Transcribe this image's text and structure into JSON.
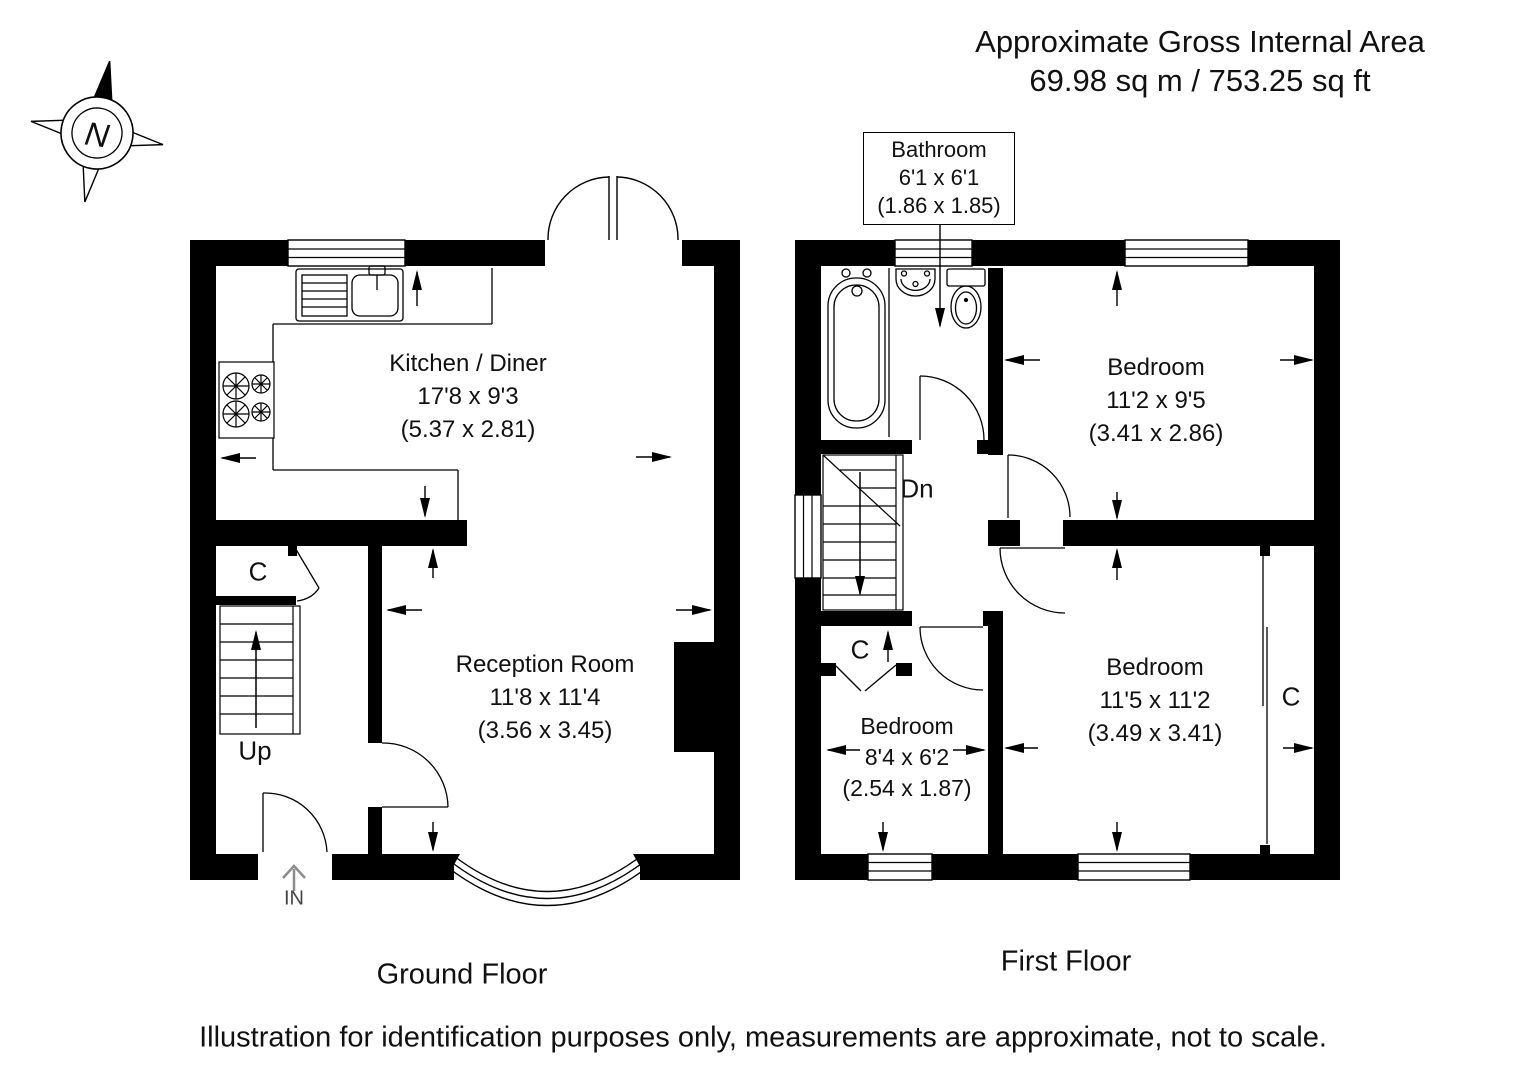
{
  "header": {
    "title": "Approximate Gross Internal Area",
    "area": "69.98 sq m / 753.25 sq ft"
  },
  "compass": {
    "north": "N"
  },
  "ground_floor": {
    "label": "Ground Floor",
    "kitchen": {
      "name": "Kitchen / Diner",
      "imperial": "17'8 x 9'3",
      "metric": "(5.37 x 2.81)"
    },
    "reception": {
      "name": "Reception Room",
      "imperial": "11'8 x 11'4",
      "metric": "(3.56 x 3.45)"
    },
    "closet": "C",
    "stairs": "Up",
    "entrance": "IN"
  },
  "first_floor": {
    "label": "First Floor",
    "bathroom": {
      "name": "Bathroom",
      "imperial": "6'1 x 6'1",
      "metric": "(1.86 x 1.85)"
    },
    "bedroom1": {
      "name": "Bedroom",
      "imperial": "11'2 x 9'5",
      "metric": "(3.41 x 2.86)"
    },
    "bedroom2": {
      "name": "Bedroom",
      "imperial": "11'5 x 11'2",
      "metric": "(3.49 x 3.41)"
    },
    "bedroom3": {
      "name": "Bedroom",
      "imperial": "8'4 x 6'2",
      "metric": "(2.54 x 1.87)"
    },
    "stairs": "Dn",
    "closet_landing": "C",
    "closet_bedroom": "C"
  },
  "footer": {
    "disclaimer": "Illustration for identification purposes only, measurements are approximate, not to scale."
  },
  "colors": {
    "walls": "#000000",
    "background": "#ffffff",
    "entrance_arrow": "#8c8c8c"
  }
}
